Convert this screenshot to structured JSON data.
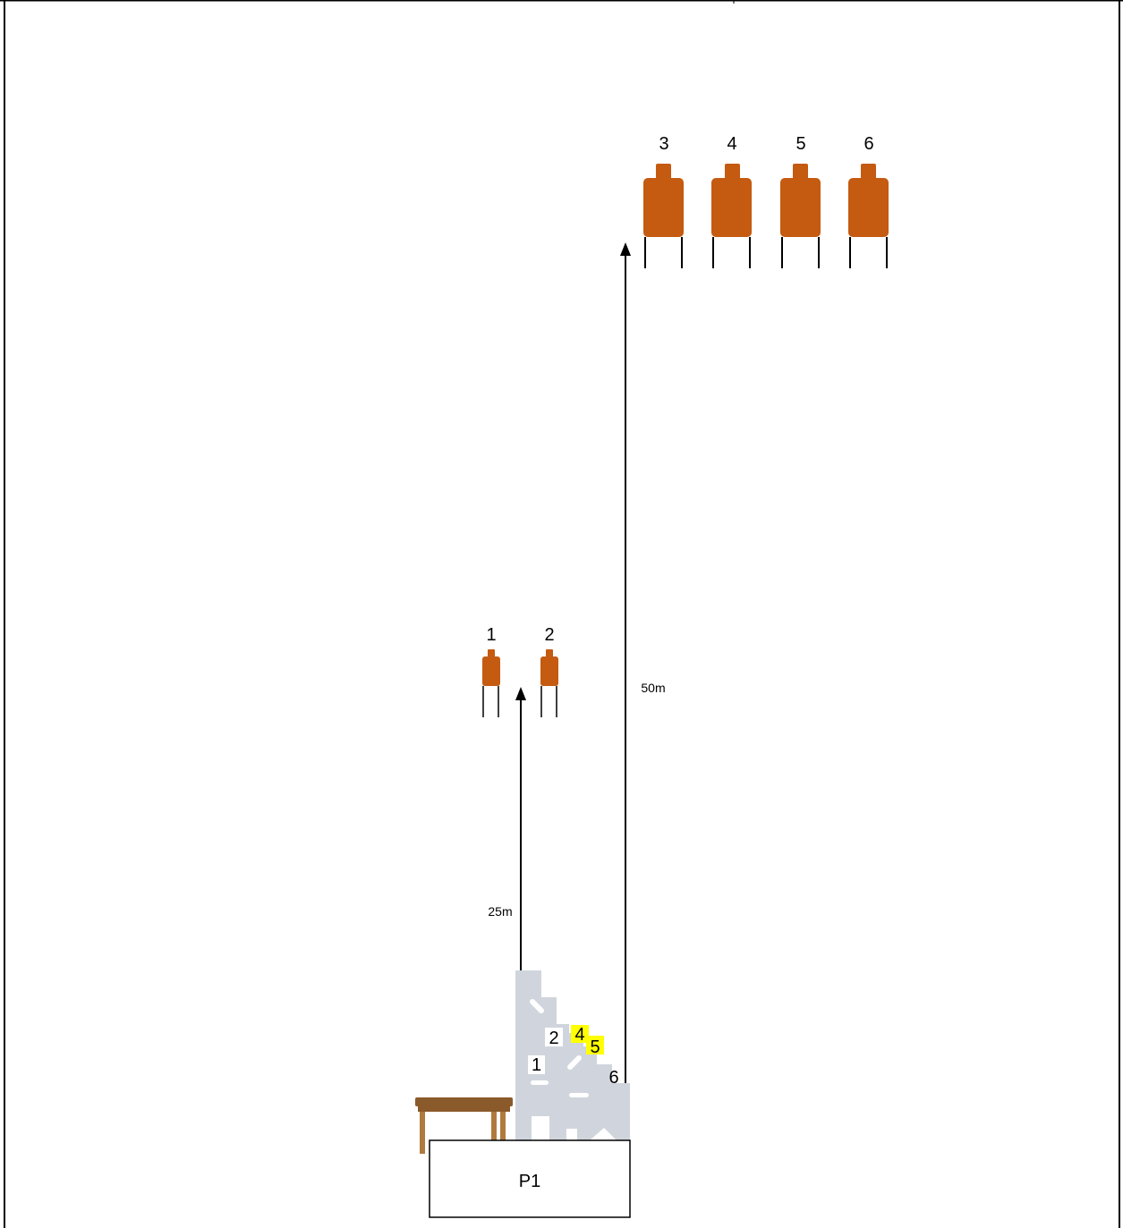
{
  "colors": {
    "target": "#c55a11",
    "barricade": "#d0d5dd",
    "highlight": "#ffff00",
    "table_top": "#8b5a2b",
    "table_legs": "#b07a3e",
    "line": "#000000"
  },
  "targets_far": [
    "3",
    "4",
    "5",
    "6"
  ],
  "targets_near": [
    "1",
    "2"
  ],
  "distances": {
    "near": "25m",
    "far": "50m"
  },
  "barricade": {
    "ports": [
      "1",
      "2"
    ],
    "highlighted_ports": [
      "4",
      "5"
    ],
    "end_label": "6"
  },
  "shooting_box": {
    "label": "P1"
  },
  "icons": {
    "table": "table-icon",
    "target": "target-silhouette-icon",
    "barricade": "barricade-icon"
  }
}
